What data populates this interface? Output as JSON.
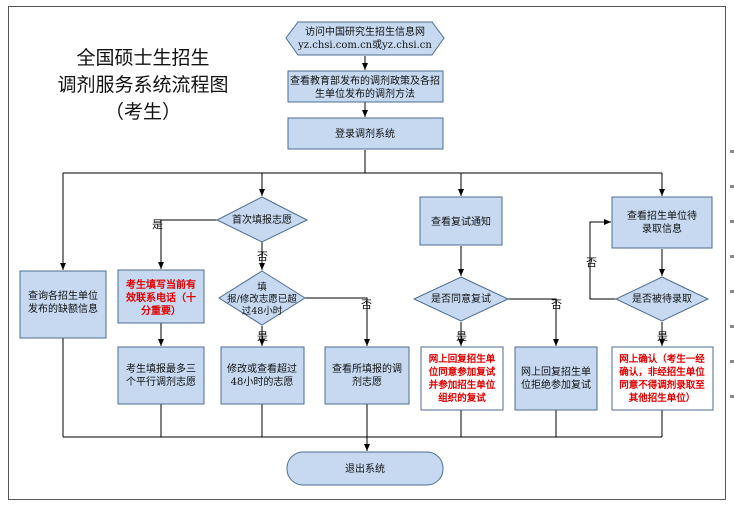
{
  "title": {
    "line1": "全国硕士生招生",
    "line2": "调剂服务系统流程图",
    "line3": "（考生）"
  },
  "nodes": {
    "start_line1": "访问中国研究生招生信息网",
    "start_line2": "yz.chsi.com.cn或yz.chsi.cn",
    "policy_line1": "查看教育部发布的调剂政策及各招",
    "policy_line2": "生单位发布的调剂方法",
    "login": "登录调剂系统",
    "first_time": "首次填报志愿",
    "check_retest": "查看复试通知",
    "check_pending_line1": "查看招生单位待",
    "check_pending_line2": "录取信息",
    "vacancy_line1": "查询各招生单位",
    "vacancy_line2": "发布的缺额信息",
    "phone_line1": "考生填写当前有",
    "phone_line2": "效联系电话（十",
    "phone_line3": "分重要）",
    "over48_line1": "填",
    "over48_line2": "报/修改志愿已超",
    "over48_line3": "过48小时",
    "agree_retest": "是否同意复试",
    "pending_admit": "是否被待录取",
    "fill3_line1": "考生填报最多三",
    "fill3_line2": "个平行调剂志愿",
    "modify_line1": "修改或查看超过",
    "modify_line2": "48小时的志愿",
    "view_line1": "查看所填报的调",
    "view_line2": "剂志愿",
    "agree_yes_line1": "网上回复招生单",
    "agree_yes_line2": "位同意参加复试",
    "agree_yes_line3": "并参加招生单位",
    "agree_yes_line4": "组织的复试",
    "agree_no_line1": "网上回复招生单",
    "agree_no_line2": "位拒绝参加复试",
    "confirm_line1": "网上确认（考生一经",
    "confirm_line2": "确认，非经招生单位",
    "confirm_line3": "同意不得调剂录取至",
    "confirm_line4": "其他招生单位）",
    "exit": "退出系统"
  },
  "labels": {
    "yes": "是",
    "no": "否"
  },
  "colors": {
    "box_fill": "#c6d9f1",
    "box_stroke": "#4f6d8f",
    "warning_text": "#e00000"
  }
}
